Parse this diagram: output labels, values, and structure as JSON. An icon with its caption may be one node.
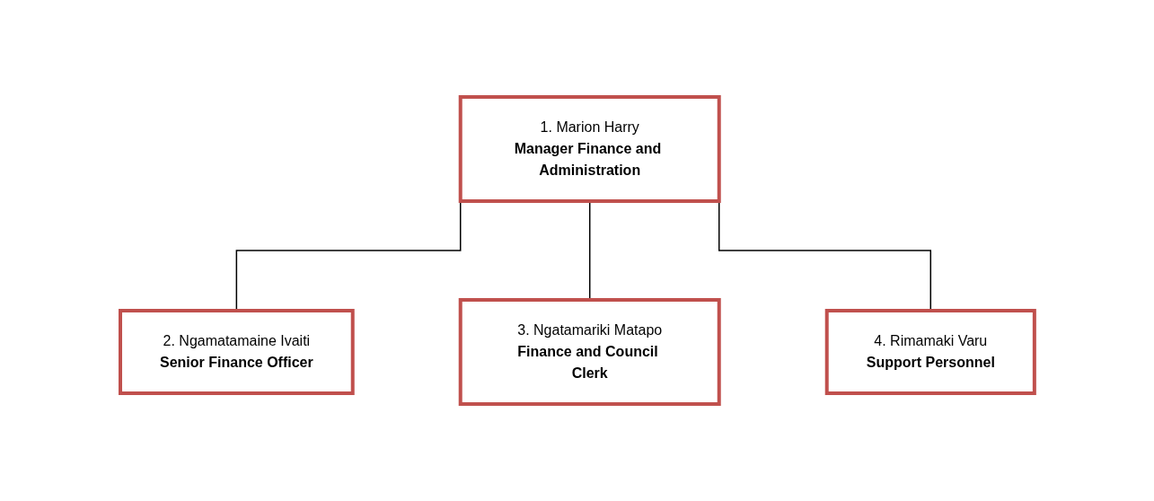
{
  "diagram": {
    "nodes": [
      {
        "text": [
          "1. Marion Harry",
          "Manager Finance and Administration"
        ]
      },
      {
        "text": [
          "2. Ngamatamaine Ivaiti",
          "Senior Finance Officer"
        ]
      },
      {
        "text": [
          "3. Ngatamariki Matapo",
          "Finance and Council Clerk"
        ]
      },
      {
        "text": [
          "4. Rimamaki Varu",
          "Support Personnel"
        ]
      }
    ],
    "edges": [
      {
        "from": 0,
        "to": 1,
        "arrow": "none"
      },
      {
        "from": 0,
        "to": 2,
        "arrow": "none"
      },
      {
        "from": 0,
        "to": 3,
        "arrow": "none"
      }
    ]
  }
}
